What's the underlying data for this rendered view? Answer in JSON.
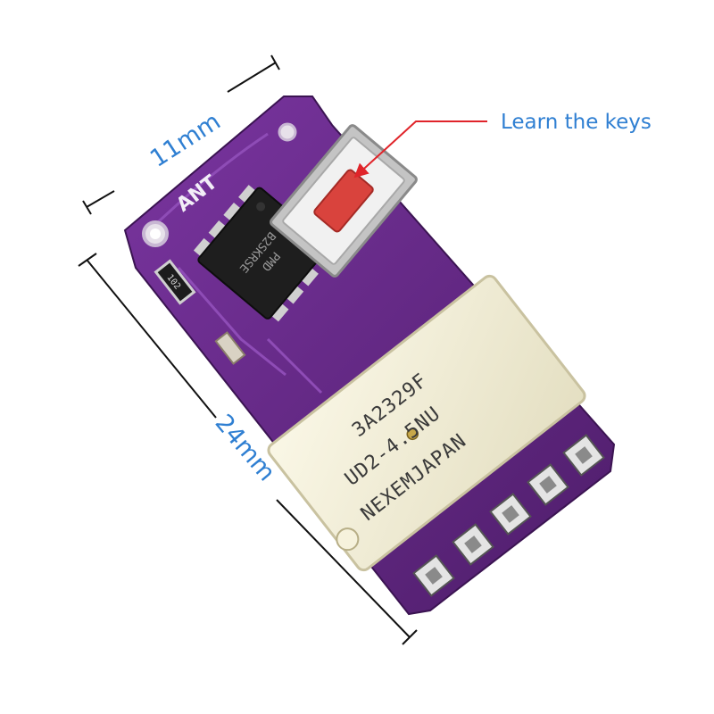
{
  "dimensions": {
    "width_label": "11mm",
    "length_label": "24mm"
  },
  "callout": {
    "label": "Learn the keys",
    "arrow_color": "#e0242a"
  },
  "board": {
    "pcb_color": "#6b2a8c",
    "antenna_silkscreen": "ANT",
    "resistor_marking": "102",
    "ic_marking_line1": "PMD",
    "ic_marking_line2": "B2SKRSE",
    "relay_marking_line1": "3A2329F",
    "relay_marking_line2": "UD2-4.5NU",
    "relay_marking_line3": "NEXEMJAPAN",
    "button_color": "#d9433d",
    "relay_color": "#f3efd6"
  },
  "colors": {
    "dimension_text": "#2f7fd2",
    "dimension_lines": "#111111"
  }
}
